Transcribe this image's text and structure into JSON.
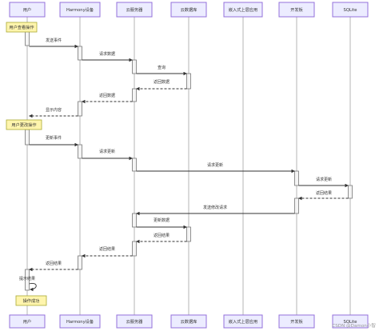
{
  "participants": [
    "用户",
    "Harmony设备",
    "云服务器",
    "云数据库",
    "嵌入式上层应用",
    "开发板",
    "SQLite"
  ],
  "notes": [
    {
      "label": "用户查看操作"
    },
    {
      "label": "用户更改操作"
    },
    {
      "label": "操作成功"
    }
  ],
  "messages": [
    {
      "from": 0,
      "to": 1,
      "label": "发送事件",
      "dashed": false
    },
    {
      "from": 1,
      "to": 2,
      "label": "请求数据",
      "dashed": false
    },
    {
      "from": 2,
      "to": 3,
      "label": "查询",
      "dashed": false
    },
    {
      "from": 3,
      "to": 2,
      "label": "返回数据",
      "dashed": true
    },
    {
      "from": 2,
      "to": 1,
      "label": "返回数据",
      "dashed": true
    },
    {
      "from": 1,
      "to": 0,
      "label": "显示内容",
      "dashed": true
    },
    {
      "from": 0,
      "to": 1,
      "label": "更新事件",
      "dashed": false
    },
    {
      "from": 1,
      "to": 2,
      "label": "请求更新",
      "dashed": false
    },
    {
      "from": 2,
      "to": 5,
      "label": "请求更新",
      "dashed": false
    },
    {
      "from": 5,
      "to": 6,
      "label": "请求更新",
      "dashed": false
    },
    {
      "from": 6,
      "to": 5,
      "label": "返回结果",
      "dashed": true
    },
    {
      "from": 5,
      "to": 2,
      "label": "发送修改请求",
      "dashed": false
    },
    {
      "from": 2,
      "to": 3,
      "label": "更新数据",
      "dashed": false
    },
    {
      "from": 3,
      "to": 2,
      "label": "返回结果",
      "dashed": true
    },
    {
      "from": 2,
      "to": 1,
      "label": "返回结果",
      "dashed": true
    },
    {
      "from": 1,
      "to": 0,
      "label": "返回结果",
      "dashed": true
    },
    {
      "from": 0,
      "to": 0,
      "label": "提示结果",
      "dashed": false
    }
  ],
  "watermark": "CSDN @Damon小智"
}
